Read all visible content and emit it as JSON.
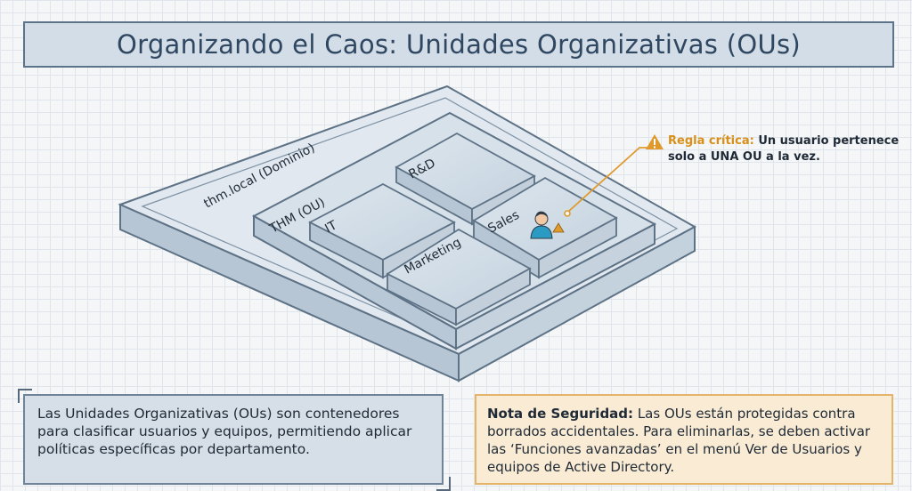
{
  "title": "Organizando el Caos: Unidades Organizativas (OUs)",
  "diagram": {
    "domain_label": "thm.local (Dominio)",
    "ou_label": "THM (OU)",
    "sub_ous": [
      "IT",
      "R&D",
      "Marketing",
      "Sales"
    ],
    "rule_label": "Regla crítica:",
    "rule_text": "Un usuario pertenece solo a UNA OU a la vez."
  },
  "info_text": "Las Unidades Organizativas (OUs) son contenedores para clasificar usuarios y equipos, permitiendo aplicar políticas específicas por departamento.",
  "note": {
    "label": "Nota de Seguridad:",
    "text": "Las OUs están protegidas contra borrados accidentales. Para eliminarlas, se deben activar las ‘Funciones avanzadas’ en el menú Ver de Usuarios y equipos de Active Directory."
  },
  "colors": {
    "box_fill": "#c9d6e2",
    "box_stroke": "#5e7286",
    "accent": "#e09a2c"
  },
  "icons": [
    "user-icon",
    "warning-icon"
  ]
}
